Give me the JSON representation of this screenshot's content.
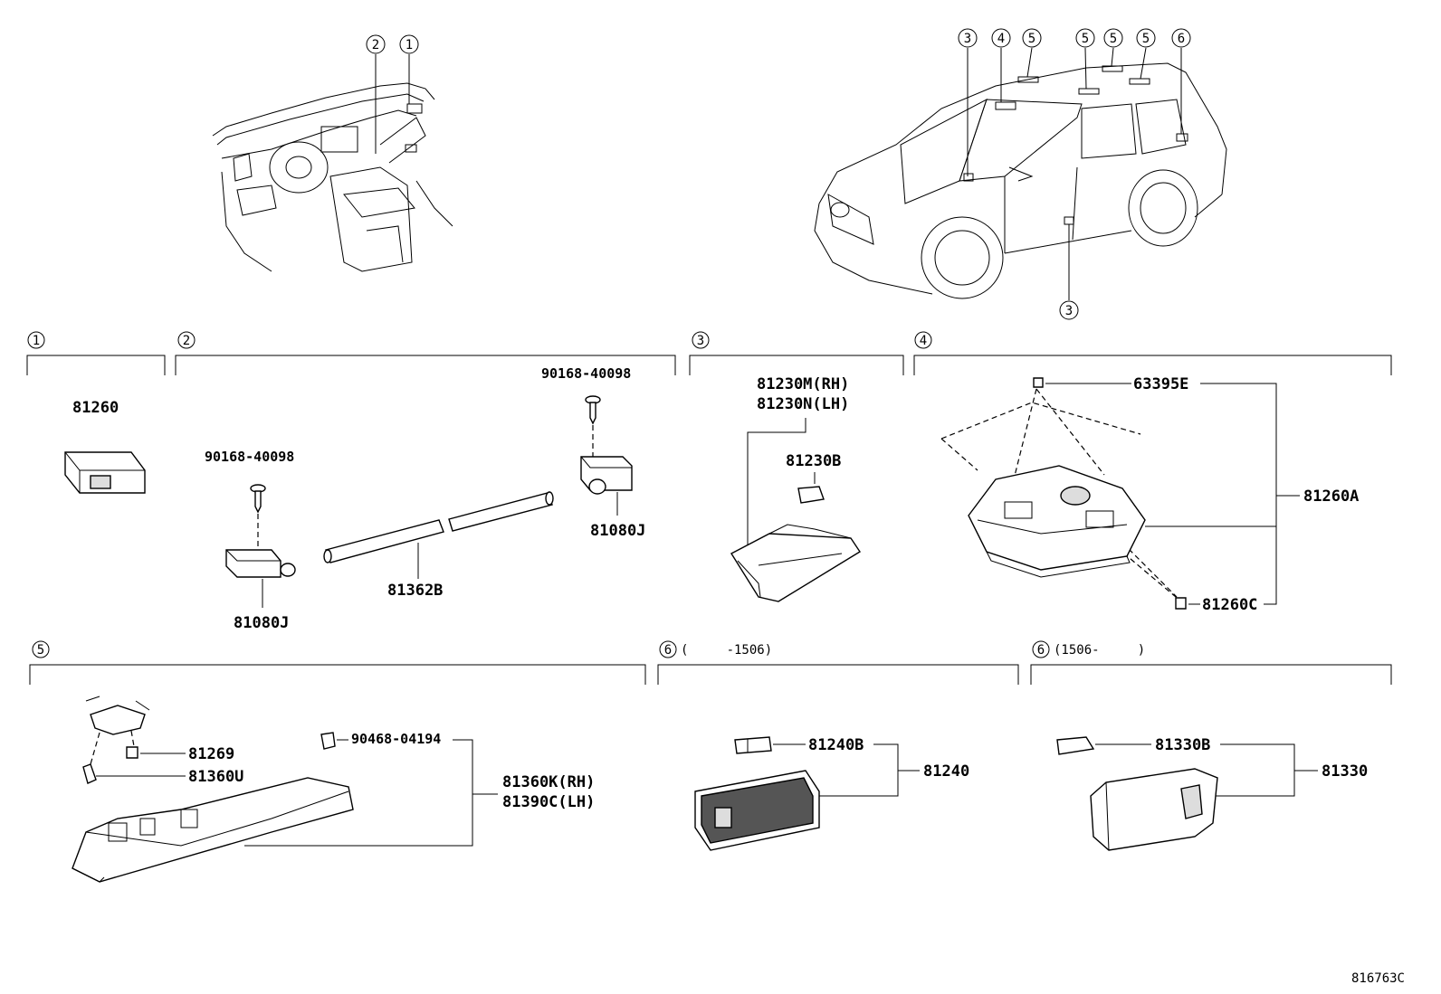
{
  "circled_numbers": [
    "1",
    "2",
    "3",
    "4",
    "5",
    "6"
  ],
  "sections": [
    {
      "id": "1",
      "label": "1",
      "caption": ""
    },
    {
      "id": "2",
      "label": "2",
      "caption": ""
    },
    {
      "id": "3",
      "label": "3",
      "caption": ""
    },
    {
      "id": "4",
      "label": "4",
      "caption": ""
    },
    {
      "id": "5",
      "label": "5",
      "caption": ""
    },
    {
      "id": "6a",
      "label": "6",
      "caption": "(     -1506)"
    },
    {
      "id": "6b",
      "label": "6",
      "caption": "(1506-     )"
    }
  ],
  "part_numbers": {
    "p81260": "81260",
    "p90168_a": "90168-40098",
    "p90168_b": "90168-40098",
    "p81080J_a": "81080J",
    "p81080J_b": "81080J",
    "p81362B": "81362B",
    "p81230M": "81230M(RH)",
    "p81230N": "81230N(LH)",
    "p81230B": "81230B",
    "p63395E": "63395E",
    "p81260A": "81260A",
    "p81260C": "81260C",
    "p81269": "81269",
    "p81360U": "81360U",
    "p90468": "90468-04194",
    "p81360K": "81360K(RH)",
    "p81390C": "81390C(LH)",
    "p81240B": "81240B",
    "p81240": "81240",
    "p81330B": "81330B",
    "p81330": "81330"
  },
  "diagram_ref": "816763C"
}
